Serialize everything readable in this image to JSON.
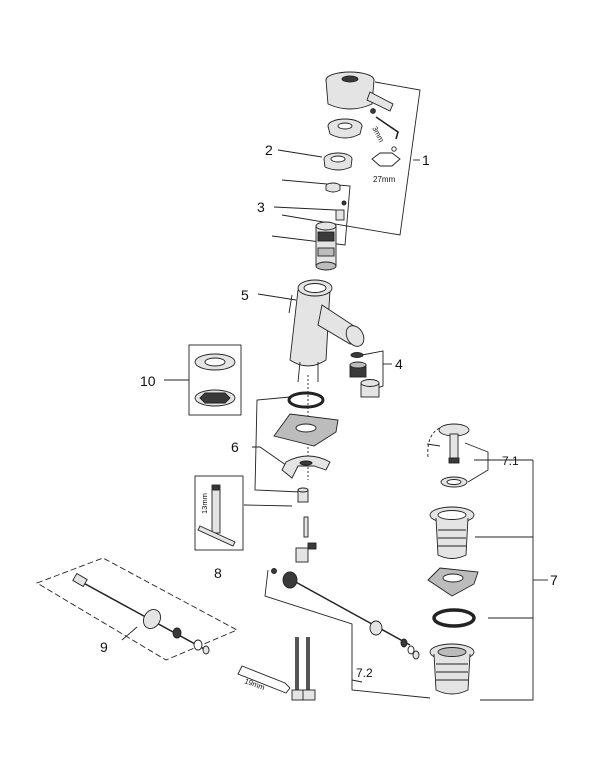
{
  "callouts": {
    "c1": "1",
    "c2": "2",
    "c3": "3",
    "c4": "4",
    "c5": "5",
    "c6": "6",
    "c7": "7",
    "c71": "7.1",
    "c72": "7.2",
    "c8": "8",
    "c9": "9",
    "c10": "10"
  },
  "dimensions": {
    "allen_key": "3mm",
    "hex_nut": "27mm",
    "tool_13": "13mm",
    "wrench_19": "19mm"
  }
}
